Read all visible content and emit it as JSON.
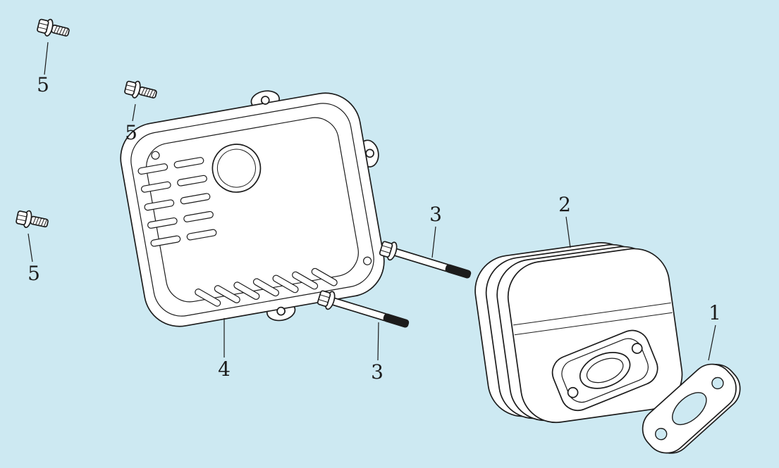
{
  "colors": {
    "background": "#cde9f2",
    "line": "#1c1c1c",
    "fill": "#ffffff"
  },
  "callouts": {
    "bolt_top": "5",
    "bolt_mid": "5",
    "bolt_left": "5",
    "cover": "4",
    "long_bolt_upper": "3",
    "long_bolt_lower": "3",
    "muffler": "2",
    "gasket": "1"
  }
}
